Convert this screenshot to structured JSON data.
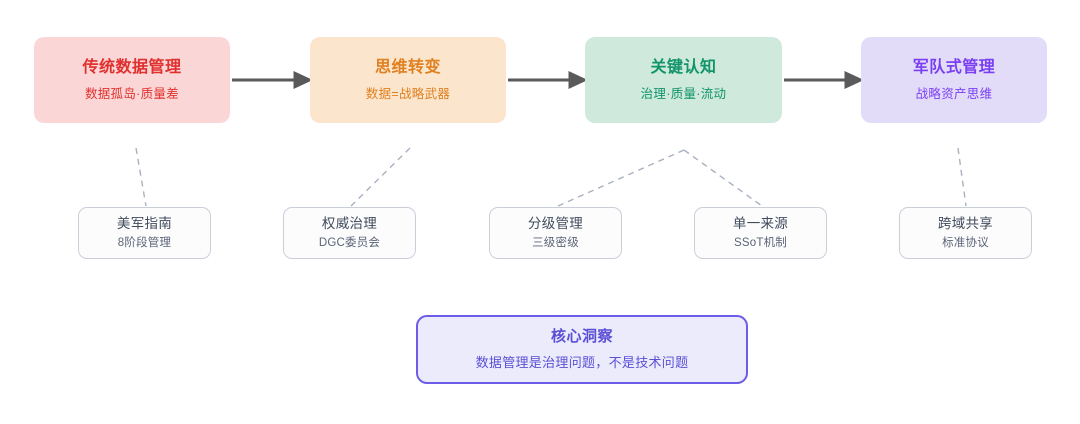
{
  "diagram": {
    "stages": [
      {
        "title": "传统数据管理",
        "subtitle": "数据孤岛·质量差",
        "fill": "#fbd6d6",
        "text_color": "#e0312f"
      },
      {
        "title": "思维转变",
        "subtitle": "数据=战略武器",
        "fill": "#fbe6cd",
        "text_color": "#e08020"
      },
      {
        "title": "关键认知",
        "subtitle": "治理·质量·流动",
        "fill": "#cfe9dc",
        "text_color": "#12946a"
      },
      {
        "title": "军队式管理",
        "subtitle": "战略资产思维",
        "fill": "#e2dcf9",
        "text_color": "#7b3ff2"
      }
    ],
    "details": [
      {
        "title": "美军指南",
        "subtitle": "8阶段管理"
      },
      {
        "title": "权威治理",
        "subtitle": "DGC委员会"
      },
      {
        "title": "分级管理",
        "subtitle": "三级密级"
      },
      {
        "title": "单一来源",
        "subtitle": "SSoT机制"
      },
      {
        "title": "跨域共享",
        "subtitle": "标准协议"
      }
    ],
    "insight": {
      "title": "核心洞察",
      "subtitle": "数据管理是治理问题，不是技术问题",
      "border_color": "#6c5ce7",
      "fill": "#ecebfb",
      "text_color": "#5b4fd6"
    },
    "connectors": {
      "arrow_color": "#5a5a5a",
      "dashed_color": "#a9b0c0"
    }
  }
}
